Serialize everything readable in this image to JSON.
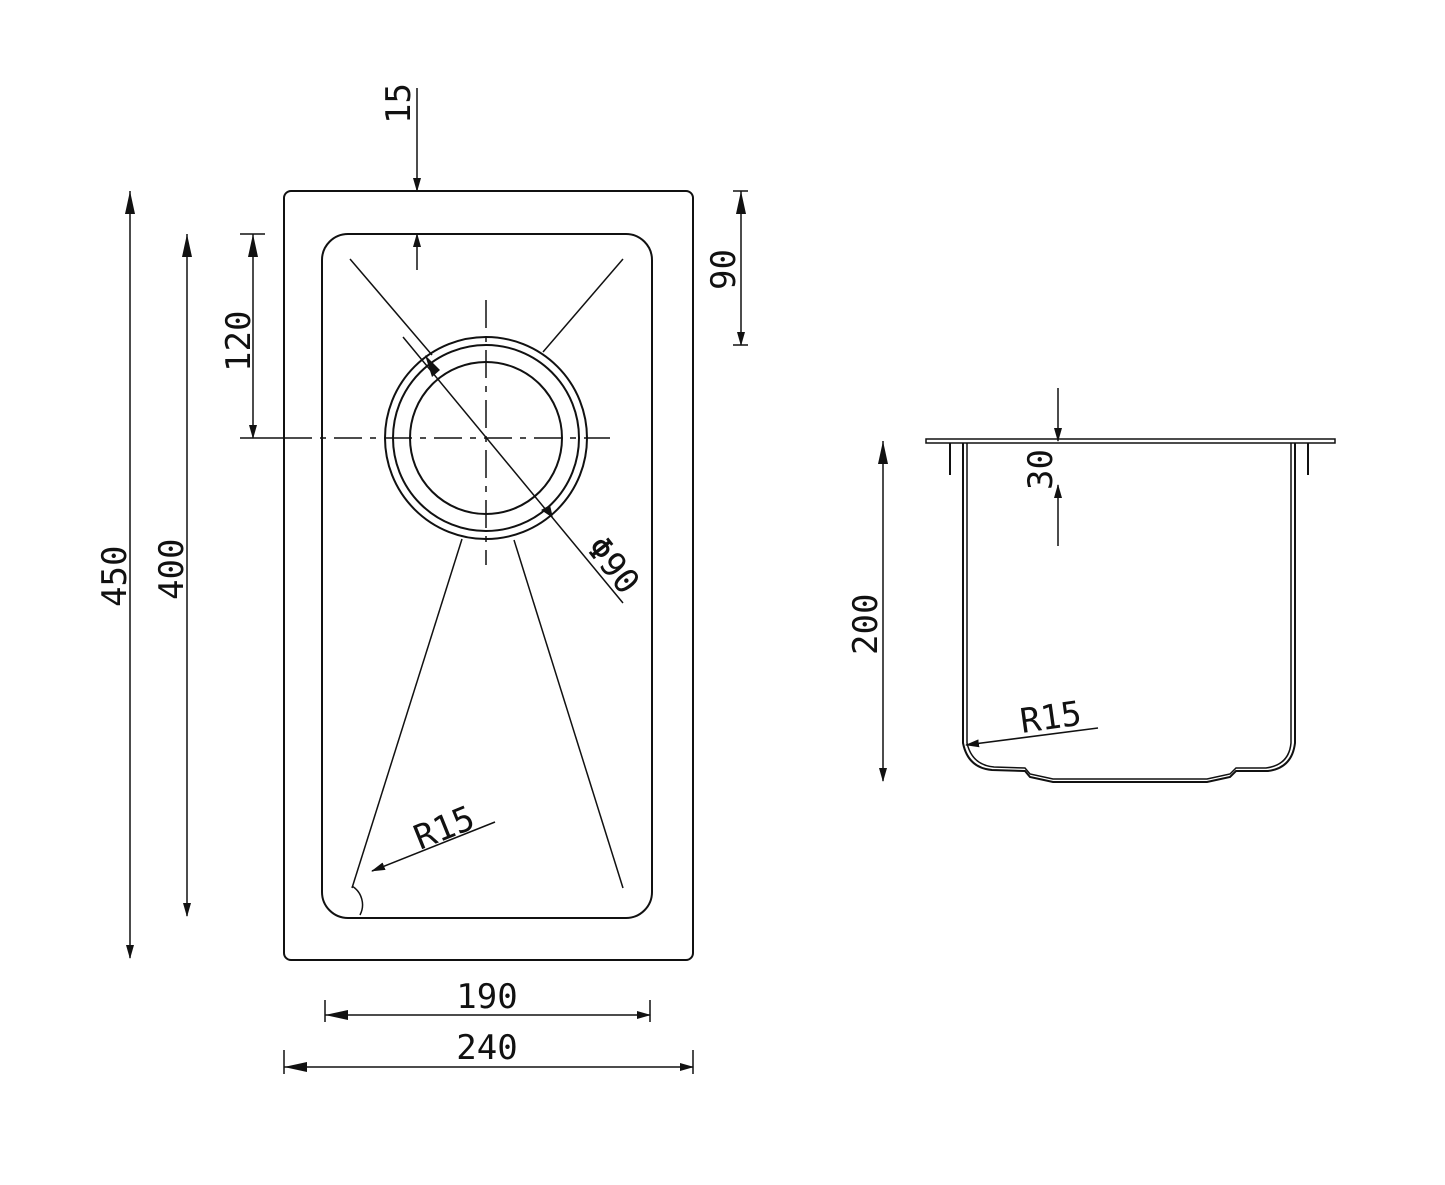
{
  "title": "Sink technical drawing",
  "plan_view": {
    "overall_length": "450",
    "bowl_length": "400",
    "drain_offset": "120",
    "rim_width": "15",
    "edge_offset": "90",
    "bowl_width": "190",
    "overall_width": "240",
    "drain_diameter": "Φ90",
    "corner_radius": "R15"
  },
  "section_view": {
    "flange_depth": "30",
    "depth": "200",
    "corner_radius": "R15"
  }
}
